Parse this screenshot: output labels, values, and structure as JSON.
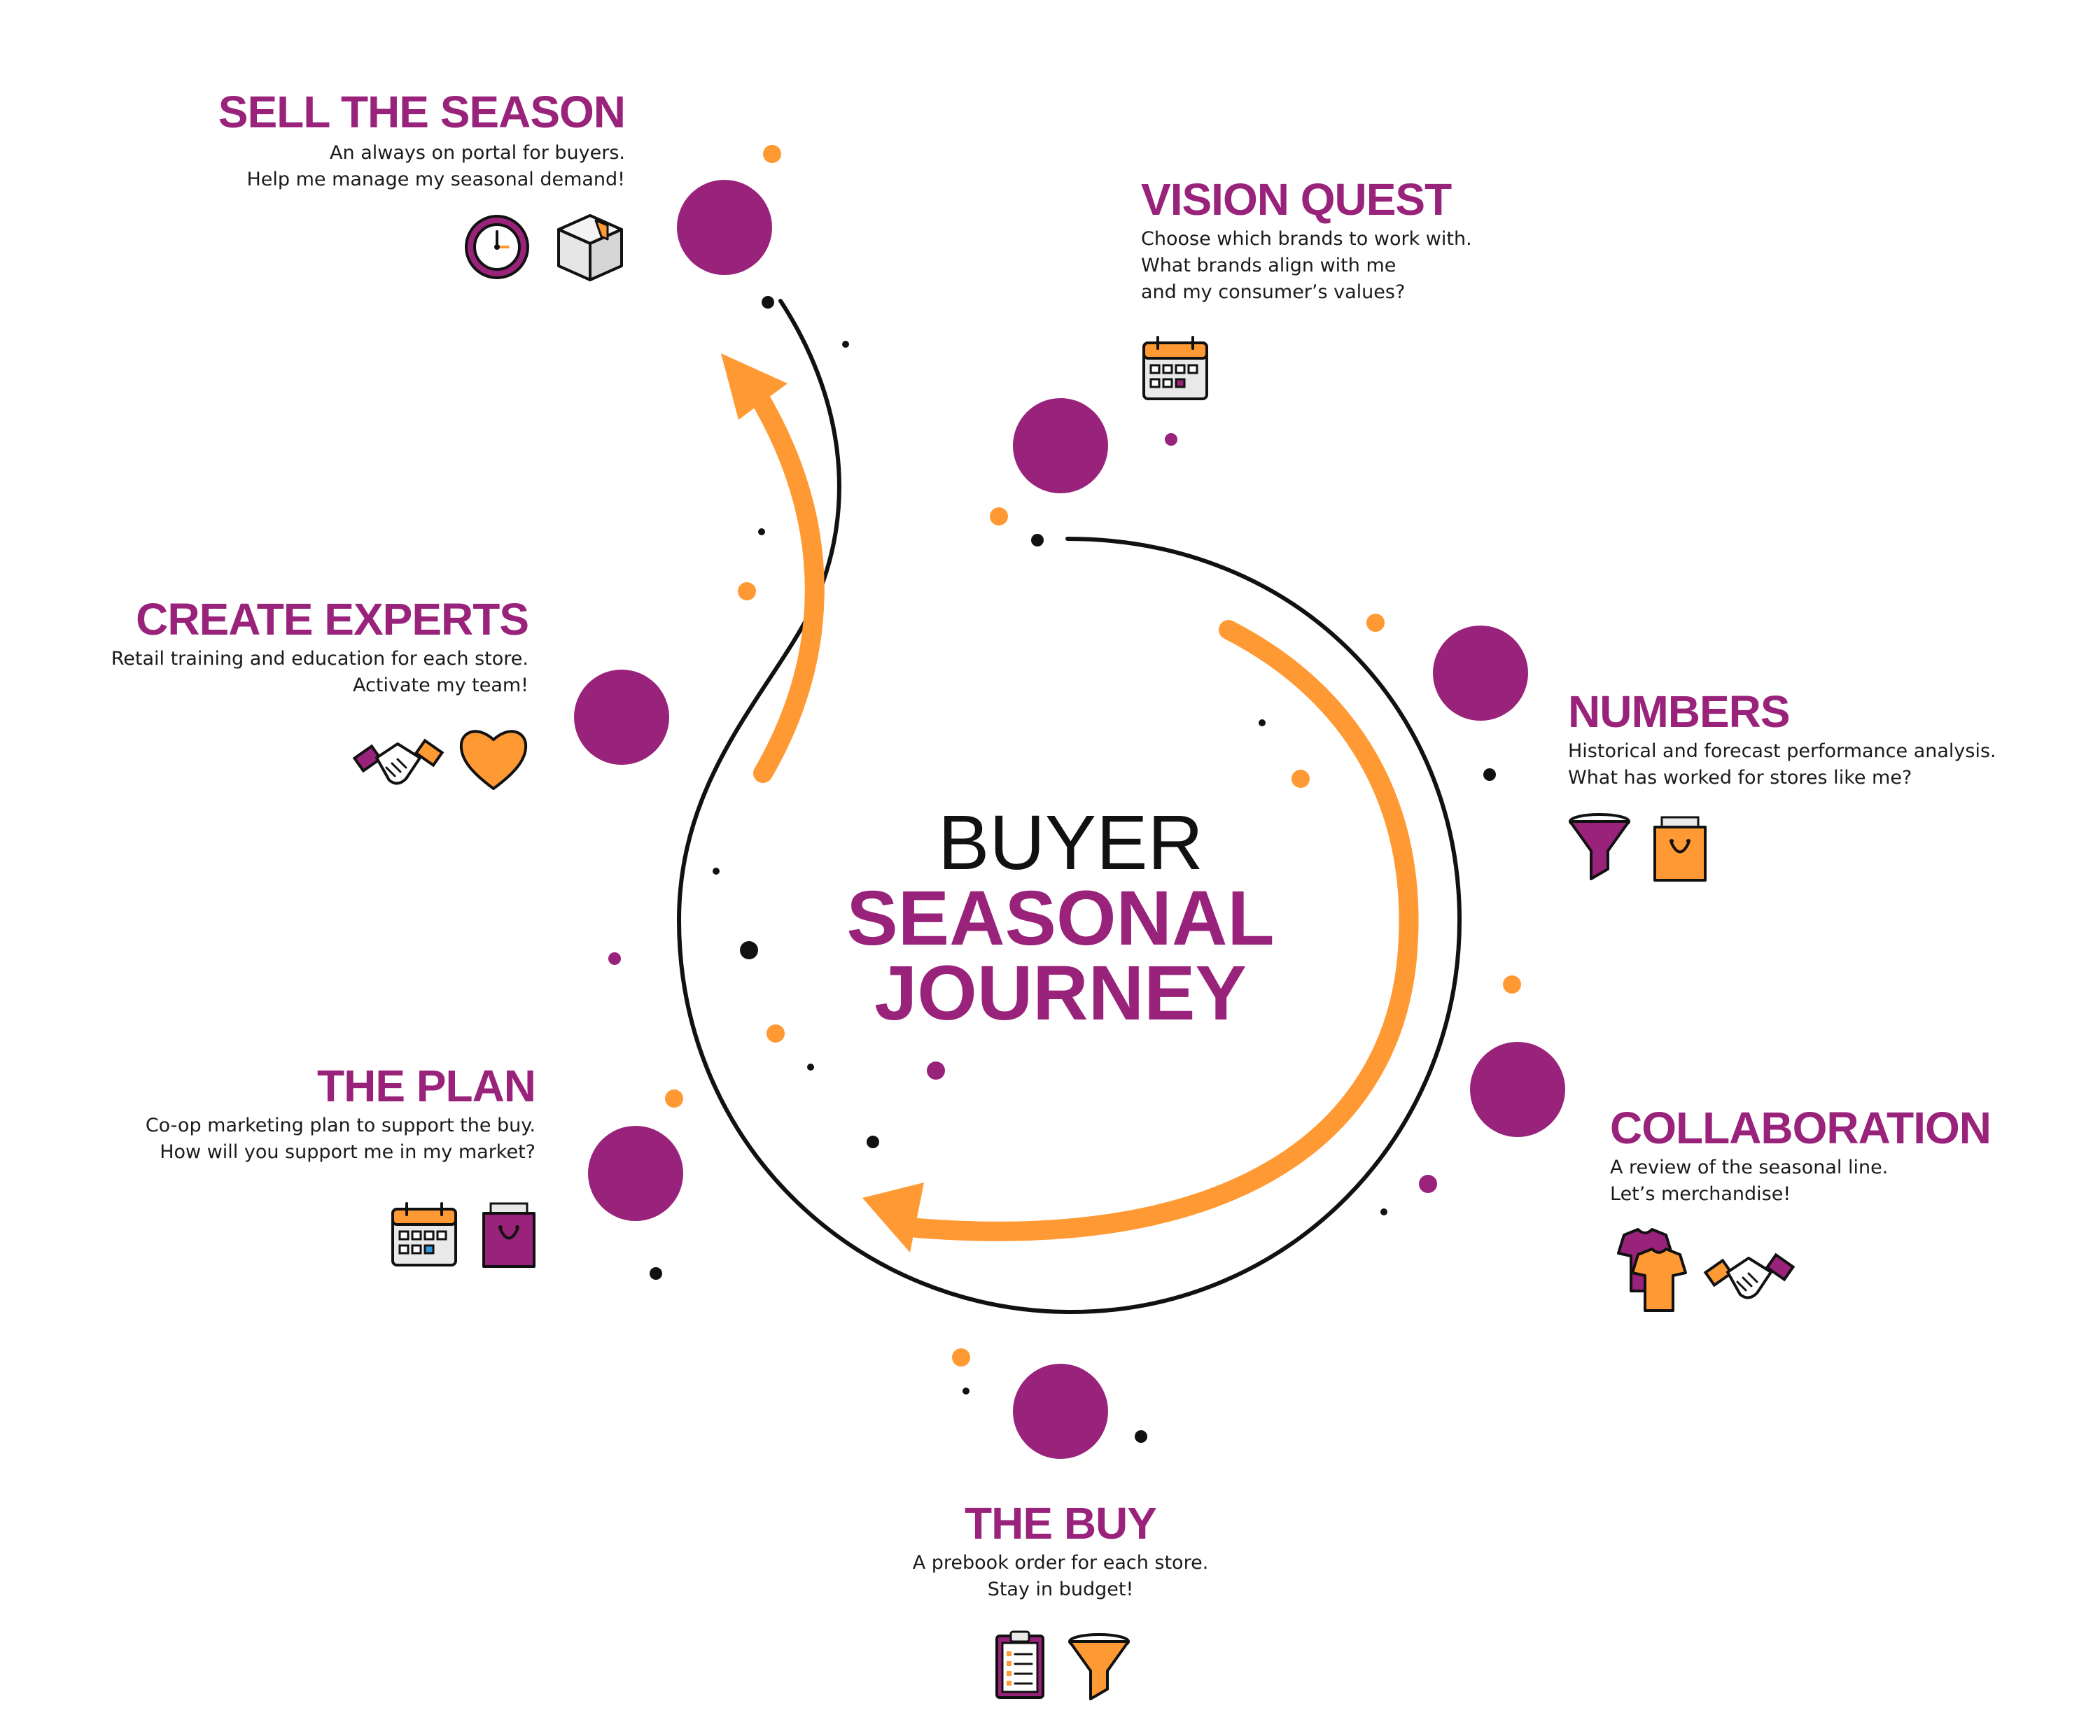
{
  "colors": {
    "purple": "#99227a",
    "orange": "#ff9933",
    "black": "#111111"
  },
  "center": {
    "line1": "BUYER",
    "line2": "SEASONAL",
    "line3": "JOURNEY"
  },
  "stages": {
    "sell_the_season": {
      "title": "SELL THE SEASON",
      "lines": [
        "An always on portal for buyers.",
        "Help me manage my seasonal demand!"
      ],
      "icons": [
        "clock-icon",
        "box-icon"
      ]
    },
    "vision_quest": {
      "title": "VISION QUEST",
      "lines": [
        "Choose which brands to work with.",
        "What brands align with me",
        "and my consumer’s values?"
      ],
      "icons": [
        "calendar-icon"
      ]
    },
    "numbers": {
      "title": "NUMBERS",
      "lines": [
        "Historical and forecast performance analysis.",
        "What has worked for stores like me?"
      ],
      "icons": [
        "funnel-icon",
        "shopping-bag-icon"
      ]
    },
    "collaboration": {
      "title": "COLLABORATION",
      "lines": [
        "A review of the seasonal line.",
        "Let’s merchandise!"
      ],
      "icons": [
        "tshirts-icon",
        "handshake-icon"
      ]
    },
    "the_buy": {
      "title": "THE BUY",
      "lines": [
        "A prebook order for each store.",
        "Stay in budget!"
      ],
      "icons": [
        "clipboard-icon",
        "funnel-icon"
      ]
    },
    "the_plan": {
      "title": "THE PLAN",
      "lines": [
        "Co-op marketing plan to support the buy.",
        "How will you support me in my market?"
      ],
      "icons": [
        "calendar-icon",
        "shopping-bag-icon"
      ]
    },
    "create_experts": {
      "title": "CREATE EXPERTS",
      "lines": [
        "Retail training and education for each store.",
        "Activate my team!"
      ],
      "icons": [
        "handshake-icon",
        "heart-icon"
      ]
    }
  }
}
